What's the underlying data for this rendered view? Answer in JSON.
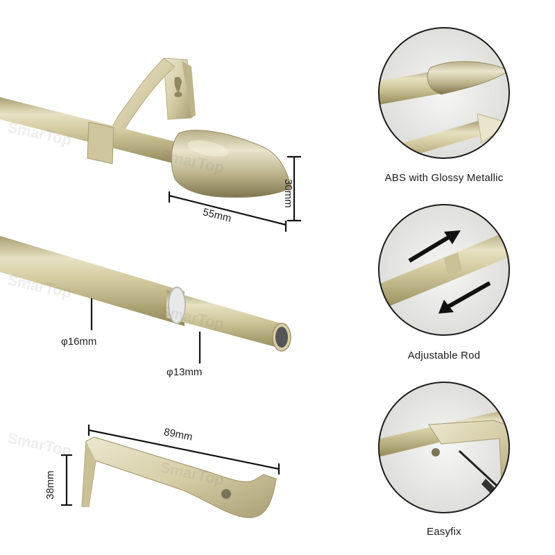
{
  "watermark": "SmarTop",
  "dimensions": {
    "finial_height": "30mm",
    "finial_length": "55mm",
    "outer_tube_diameter": "φ16mm",
    "inner_tube_diameter": "φ13mm",
    "bracket_width": "89mm",
    "bracket_height": "38mm"
  },
  "features": [
    {
      "label": "ABS with Glossy Metallic",
      "icon": "finial-closeup"
    },
    {
      "label": "Adjustable Rod",
      "icon": "telescopic-arrows"
    },
    {
      "label": "Easyfix",
      "icon": "screwdriver-bracket"
    }
  ],
  "colors": {
    "brass": "#d8d0a8",
    "brass_dark": "#a89f74",
    "circle_border": "#1a1a1a"
  }
}
